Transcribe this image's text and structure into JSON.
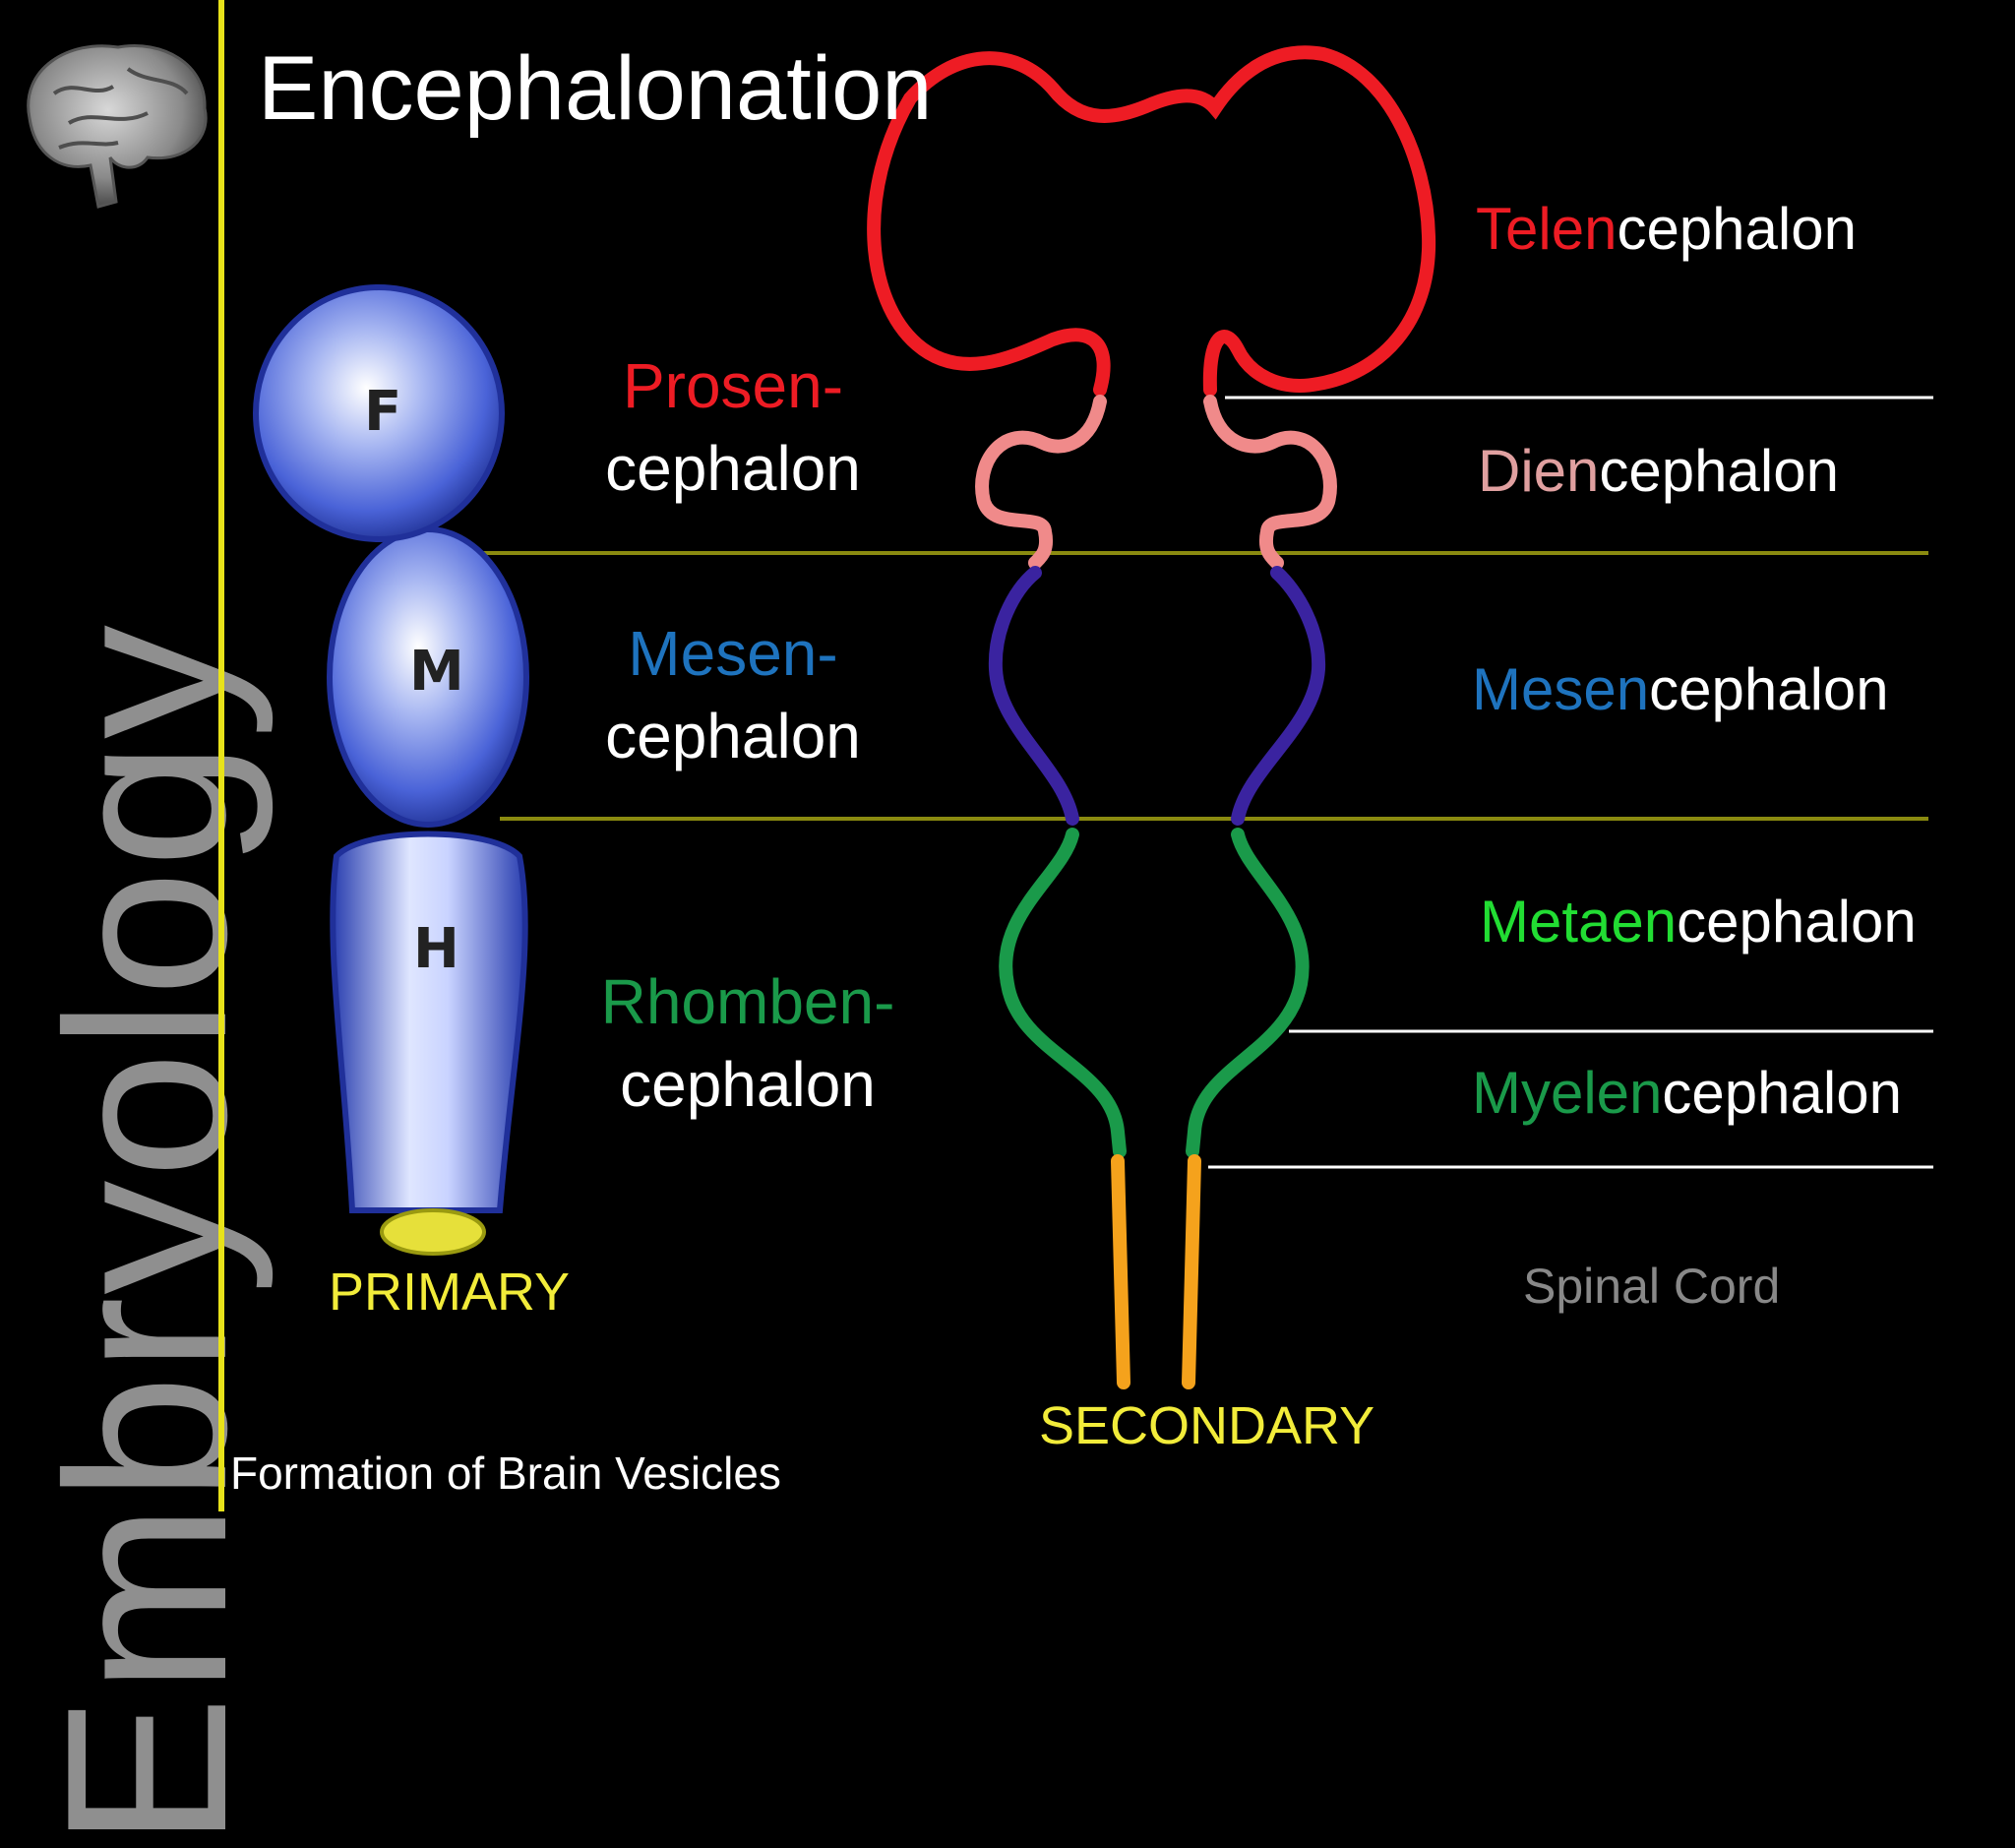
{
  "title": "Encephalonation",
  "side_label": "Embryology",
  "caption": "Formation of Brain Vesicles",
  "icons": {
    "brain": "brain-icon"
  },
  "colors": {
    "background": "#000000",
    "rule": "#e8e21a",
    "telencephalon": "#ee1c24",
    "diencephalon": "#f08a8a",
    "mesencephalon": "#3a23a0",
    "metencephalon": "#1a9a4a",
    "spinal": "#f5a21c",
    "primary_vesicles": "#4a63d8",
    "divider_olive": "#8a8a10",
    "divider_white": "#ffffff"
  },
  "primary": {
    "label": "PRIMARY",
    "vesicles": [
      "F",
      "M",
      "H"
    ]
  },
  "secondary": {
    "label": "SECONDARY"
  },
  "middle_labels": [
    {
      "line1": "Prosen-",
      "line2": "cephalon",
      "color": "#ee1c24"
    },
    {
      "line1": "Mesen-",
      "line2": "cephalon",
      "color": "#1e73be"
    },
    {
      "line1": "Rhomben-",
      "line2": "cephalon",
      "color": "#1a9a4a"
    }
  ],
  "right_labels": [
    {
      "prefix": "Telen",
      "suffix": "cephalon",
      "color": "#ee1c24"
    },
    {
      "prefix": "Dien",
      "suffix": "cephalon",
      "color": "#e0a0a0"
    },
    {
      "prefix": "Mesen",
      "suffix": "cephalon",
      "color": "#1e73be"
    },
    {
      "prefix": "Metaen",
      "suffix": "cephalon",
      "color": "#22dd33"
    },
    {
      "prefix": "Myelen",
      "suffix": "cephalon",
      "color": "#1a9a4a"
    }
  ],
  "spinal_cord": "Spinal Cord"
}
